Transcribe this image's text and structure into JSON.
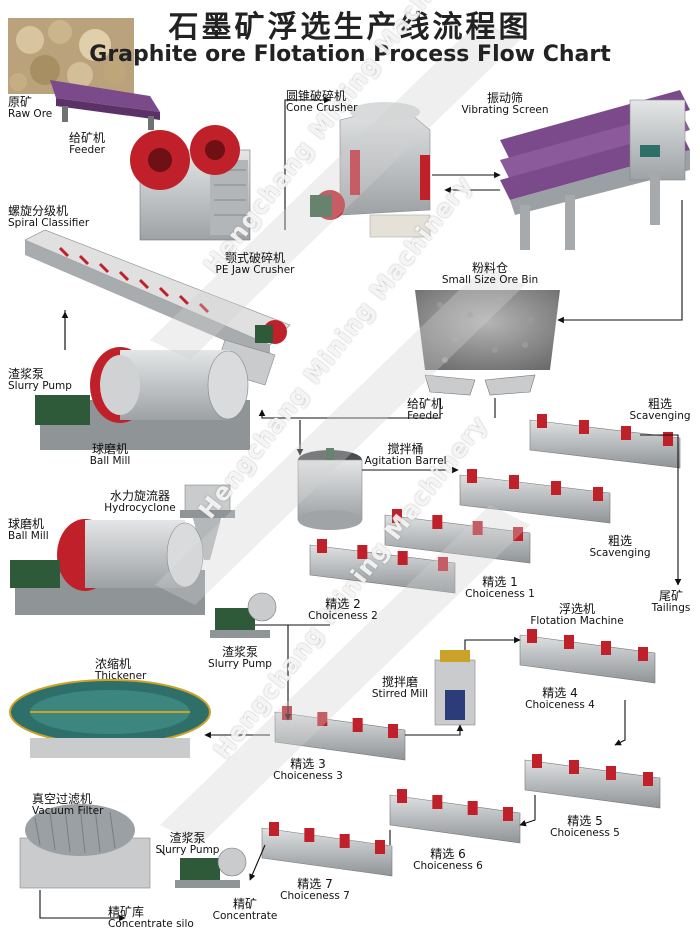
{
  "title": {
    "zh": "石墨矿浮选生产线流程图",
    "en": "Graphite ore Flotation Process Flow Chart"
  },
  "watermark": "Hengchang Mining Machinery",
  "labels": {
    "raw_ore": {
      "zh": "原矿",
      "en": "Raw Ore"
    },
    "feeder_top": {
      "zh": "给矿机",
      "en": "Feeder"
    },
    "cone_crusher": {
      "zh": "圆锥破碎机",
      "en": "Cone Crusher"
    },
    "vibrating_screen": {
      "zh": "振动筛",
      "en": "Vibrating Screen"
    },
    "jaw_crusher": {
      "zh": "颚式破碎机",
      "en": "PE Jaw Crusher"
    },
    "spiral_classifier": {
      "zh": "螺旋分级机",
      "en": "Spiral Classifier"
    },
    "small_ore_bin": {
      "zh": "粉料仓",
      "en": "Small Size Ore Bin"
    },
    "slurry_pump_1": {
      "zh": "渣浆泵",
      "en": "Slurry Pump"
    },
    "feeder_mid": {
      "zh": "给矿机",
      "en": "Feeder"
    },
    "ball_mill_1": {
      "zh": "球磨机",
      "en": "Ball Mill"
    },
    "agitation_barrel": {
      "zh": "搅拌桶",
      "en": "Agitation Barrel"
    },
    "scavenging_1": {
      "zh": "粗选",
      "en": "Scavenging"
    },
    "hydrocyclone": {
      "zh": "水力旋流器",
      "en": "Hydrocyclone"
    },
    "ball_mill_2": {
      "zh": "球磨机",
      "en": "Ball Mill"
    },
    "scavenging_2": {
      "zh": "粗选",
      "en": "Scavenging"
    },
    "choiceness_1": {
      "zh": "精选 1",
      "en": "Choiceness 1"
    },
    "choiceness_2": {
      "zh": "精选 2",
      "en": "Choiceness 2"
    },
    "tailings": {
      "zh": "尾矿",
      "en": "Tailings"
    },
    "flotation_machine": {
      "zh": "浮选机",
      "en": "Flotation Machine"
    },
    "slurry_pump_2": {
      "zh": "渣浆泵",
      "en": "Slurry Pump"
    },
    "thickener": {
      "zh": "浓缩机",
      "en": "Thickener"
    },
    "stirred_mill": {
      "zh": "搅拌磨",
      "en": "Stirred Mill"
    },
    "choiceness_4": {
      "zh": "精选 4",
      "en": "Choiceness 4"
    },
    "choiceness_3": {
      "zh": "精选 3",
      "en": "Choiceness 3"
    },
    "vacuum_filter": {
      "zh": "真空过滤机",
      "en": "Vacuum Filter"
    },
    "choiceness_5": {
      "zh": "精选 5",
      "en": "Choiceness 5"
    },
    "choiceness_6": {
      "zh": "精选 6",
      "en": "Choiceness 6"
    },
    "slurry_pump_3": {
      "zh": "渣浆泵",
      "en": "Slurry Pump"
    },
    "choiceness_7": {
      "zh": "精选 7",
      "en": "Choiceness 7"
    },
    "concentrate": {
      "zh": "精矿",
      "en": "Concentrate"
    },
    "concentrate_silo": {
      "zh": "精矿库",
      "en": "Concentrate silo"
    }
  },
  "colors": {
    "machine_red": "#c0202a",
    "machine_grey": "#c9cbcc",
    "machine_dark": "#6e7275",
    "screen_purple": "#7a4a8a",
    "arrow": "#111111",
    "motor_green": "#2f5a3a",
    "water": "#2f6f6a"
  }
}
